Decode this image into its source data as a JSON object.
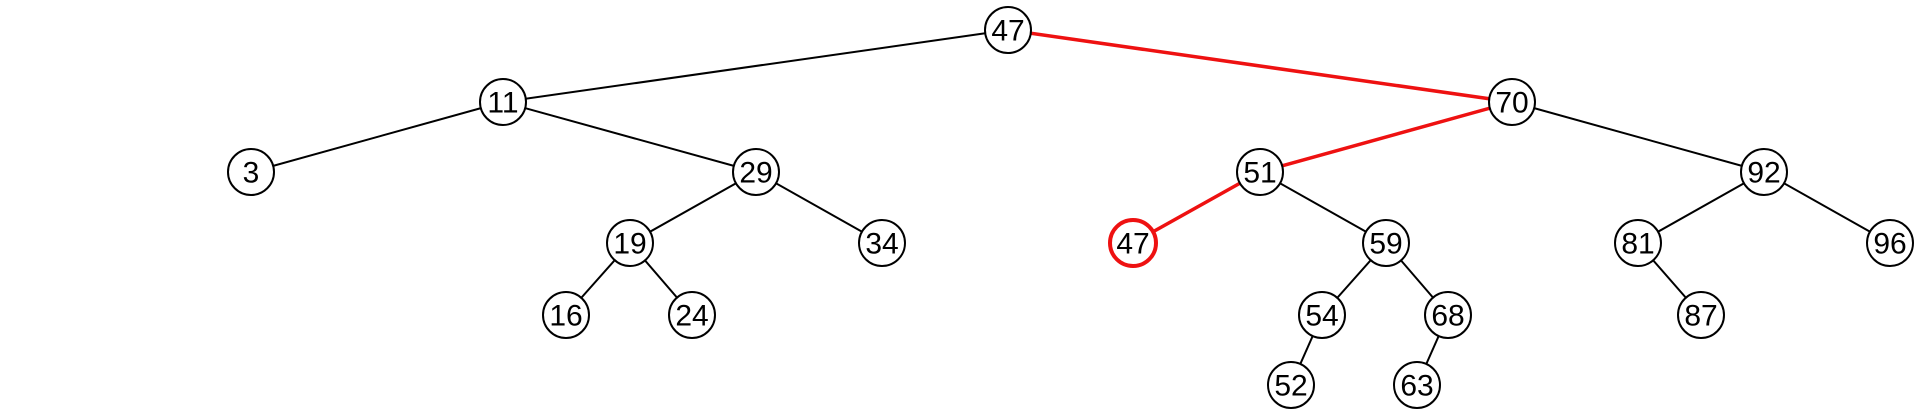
{
  "colors": {
    "edge": "#000000",
    "highlight": "#ee1111",
    "node_fill": "#ffffff",
    "text": "#000000"
  },
  "tree": {
    "nodes": [
      {
        "id": "n47",
        "label": "47"
      },
      {
        "id": "n11",
        "label": "11"
      },
      {
        "id": "n70",
        "label": "70"
      },
      {
        "id": "n3",
        "label": "3"
      },
      {
        "id": "n29",
        "label": "29"
      },
      {
        "id": "n51",
        "label": "51",
        "highlight": false
      },
      {
        "id": "n92",
        "label": "92"
      },
      {
        "id": "n19",
        "label": "19"
      },
      {
        "id": "n34",
        "label": "34"
      },
      {
        "id": "n47b",
        "label": "47",
        "highlight": true
      },
      {
        "id": "n59",
        "label": "59"
      },
      {
        "id": "n81",
        "label": "81"
      },
      {
        "id": "n96",
        "label": "96"
      },
      {
        "id": "n16",
        "label": "16"
      },
      {
        "id": "n24",
        "label": "24"
      },
      {
        "id": "n54",
        "label": "54"
      },
      {
        "id": "n68",
        "label": "68"
      },
      {
        "id": "n87",
        "label": "87"
      },
      {
        "id": "n52",
        "label": "52"
      },
      {
        "id": "n63",
        "label": "63"
      }
    ],
    "edges": [
      {
        "from": "n47",
        "to": "n11",
        "highlight": false
      },
      {
        "from": "n47",
        "to": "n70",
        "highlight": true
      },
      {
        "from": "n11",
        "to": "n3",
        "highlight": false
      },
      {
        "from": "n11",
        "to": "n29",
        "highlight": false
      },
      {
        "from": "n70",
        "to": "n51",
        "highlight": true
      },
      {
        "from": "n70",
        "to": "n92",
        "highlight": false
      },
      {
        "from": "n29",
        "to": "n19",
        "highlight": false
      },
      {
        "from": "n29",
        "to": "n34",
        "highlight": false
      },
      {
        "from": "n51",
        "to": "n47b",
        "highlight": true
      },
      {
        "from": "n51",
        "to": "n59",
        "highlight": false
      },
      {
        "from": "n92",
        "to": "n81",
        "highlight": false
      },
      {
        "from": "n92",
        "to": "n96",
        "highlight": false
      },
      {
        "from": "n19",
        "to": "n16",
        "highlight": false
      },
      {
        "from": "n19",
        "to": "n24",
        "highlight": false
      },
      {
        "from": "n59",
        "to": "n54",
        "highlight": false
      },
      {
        "from": "n59",
        "to": "n68",
        "highlight": false
      },
      {
        "from": "n81",
        "to": "n87",
        "highlight": false
      },
      {
        "from": "n54",
        "to": "n52",
        "highlight": false
      },
      {
        "from": "n68",
        "to": "n63",
        "highlight": false
      }
    ]
  }
}
